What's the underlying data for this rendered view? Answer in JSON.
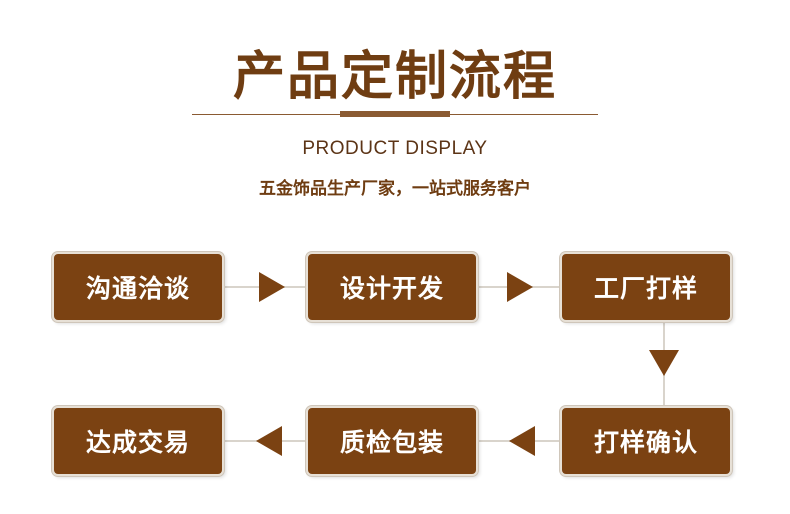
{
  "header": {
    "title": "产品定制流程",
    "subtitle": "PRODUCT DISPLAY",
    "tagline": "五金饰品生产厂家，一站式服务客户"
  },
  "steps": [
    "沟通洽谈",
    "设计开发",
    "工厂打样",
    "打样确认",
    "质检包装",
    "达成交易"
  ],
  "colors": {
    "accent": "#7b4212",
    "title": "#6f3d12",
    "connector": "#d9d4cc"
  }
}
